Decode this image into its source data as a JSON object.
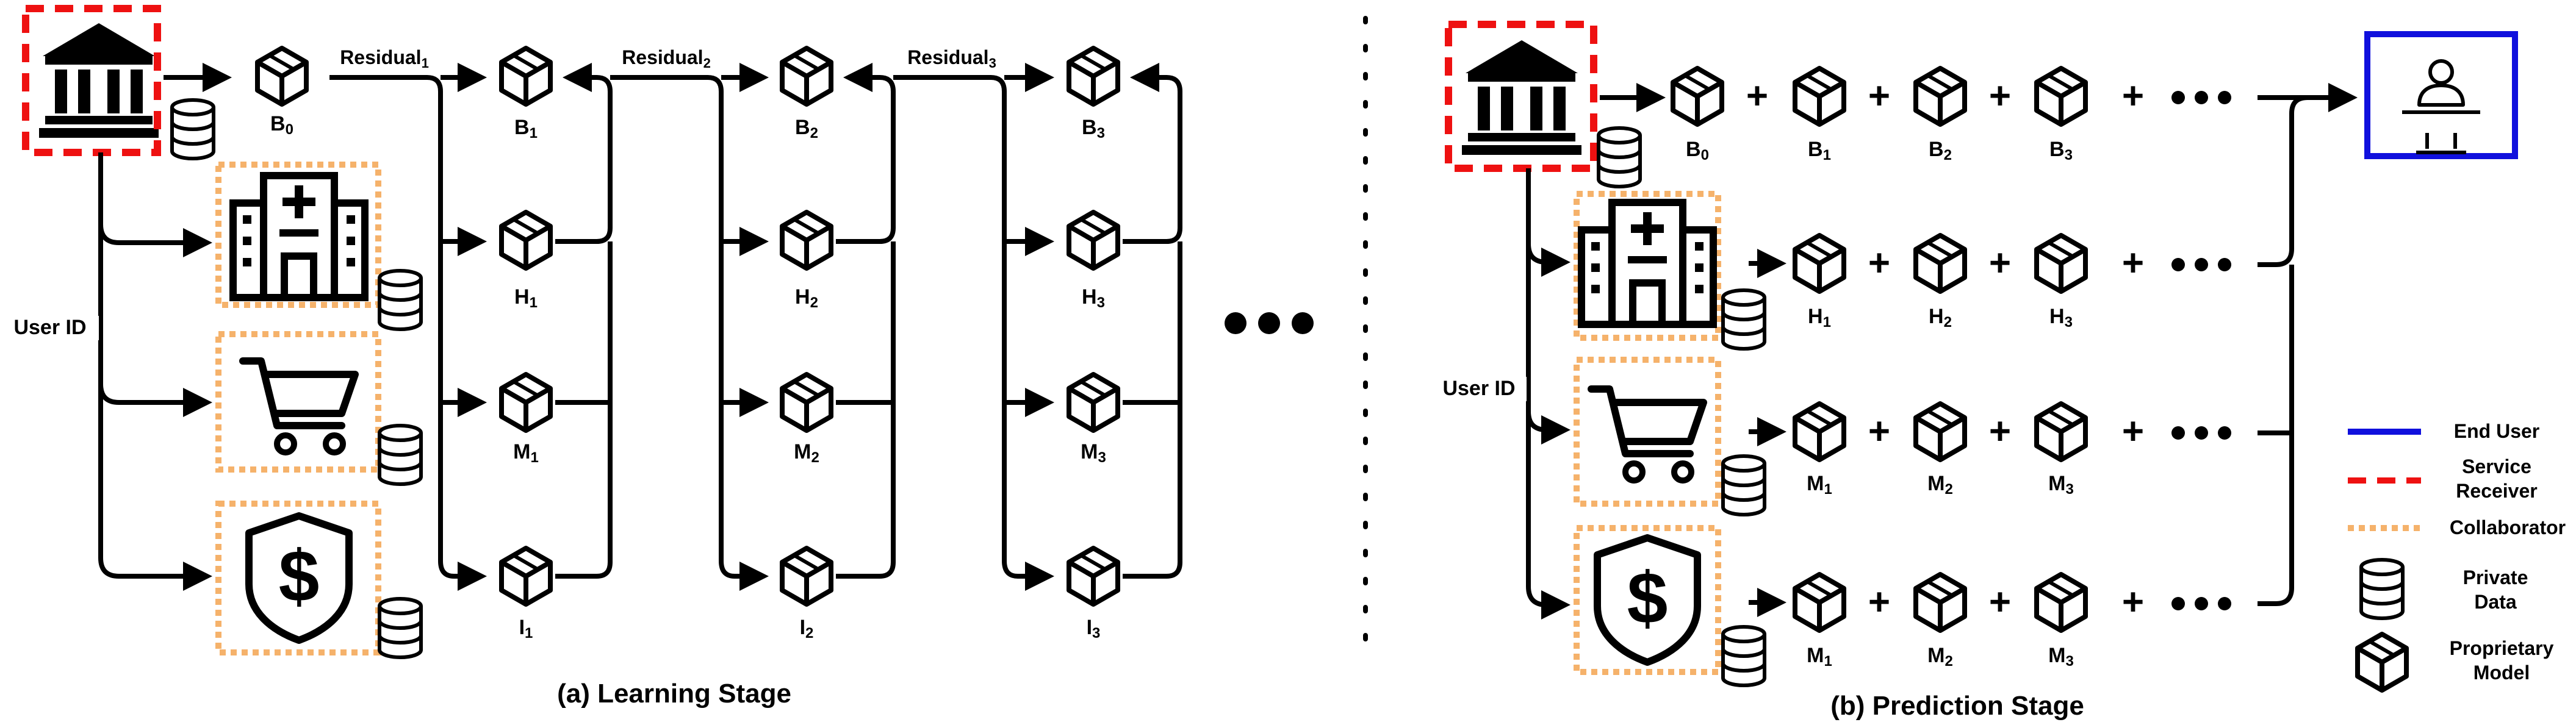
{
  "learning": {
    "caption": "(a) Learning Stage",
    "user_id": "User ID",
    "residuals": [
      {
        "name": "Residual",
        "sub": "1"
      },
      {
        "name": "Residual",
        "sub": "2"
      },
      {
        "name": "Residual",
        "sub": "3"
      }
    ],
    "base": {
      "letter": "B",
      "sub": "0"
    },
    "rows": [
      {
        "letter": "B",
        "subs": [
          "1",
          "2",
          "3"
        ]
      },
      {
        "letter": "H",
        "subs": [
          "1",
          "2",
          "3"
        ]
      },
      {
        "letter": "M",
        "subs": [
          "1",
          "2",
          "3"
        ]
      },
      {
        "letter": "I",
        "subs": [
          "1",
          "2",
          "3"
        ]
      }
    ]
  },
  "prediction": {
    "caption": "(b) Prediction Stage",
    "user_id": "User ID",
    "plus": "+",
    "rows": [
      {
        "letter": "B",
        "subs": [
          "0",
          "1",
          "2",
          "3"
        ]
      },
      {
        "letter": "H",
        "subs": [
          "1",
          "2",
          "3"
        ]
      },
      {
        "letter": "M",
        "subs": [
          "1",
          "2",
          "3"
        ]
      },
      {
        "letter": "M",
        "subs": [
          "1",
          "2",
          "3"
        ]
      }
    ]
  },
  "legend": {
    "end_user": "End User",
    "service_receiver_1": "Service",
    "service_receiver_2": "Receiver",
    "collaborator": "Collaborator",
    "private_data_1": "Private",
    "private_data_2": "Data",
    "proprietary_model_1": "Proprietary",
    "proprietary_model_2": "Model"
  },
  "colors": {
    "end_user": "#1010dd",
    "service_receiver": "#ee1111",
    "collaborator": "#f5b26b",
    "line": "#000000"
  }
}
